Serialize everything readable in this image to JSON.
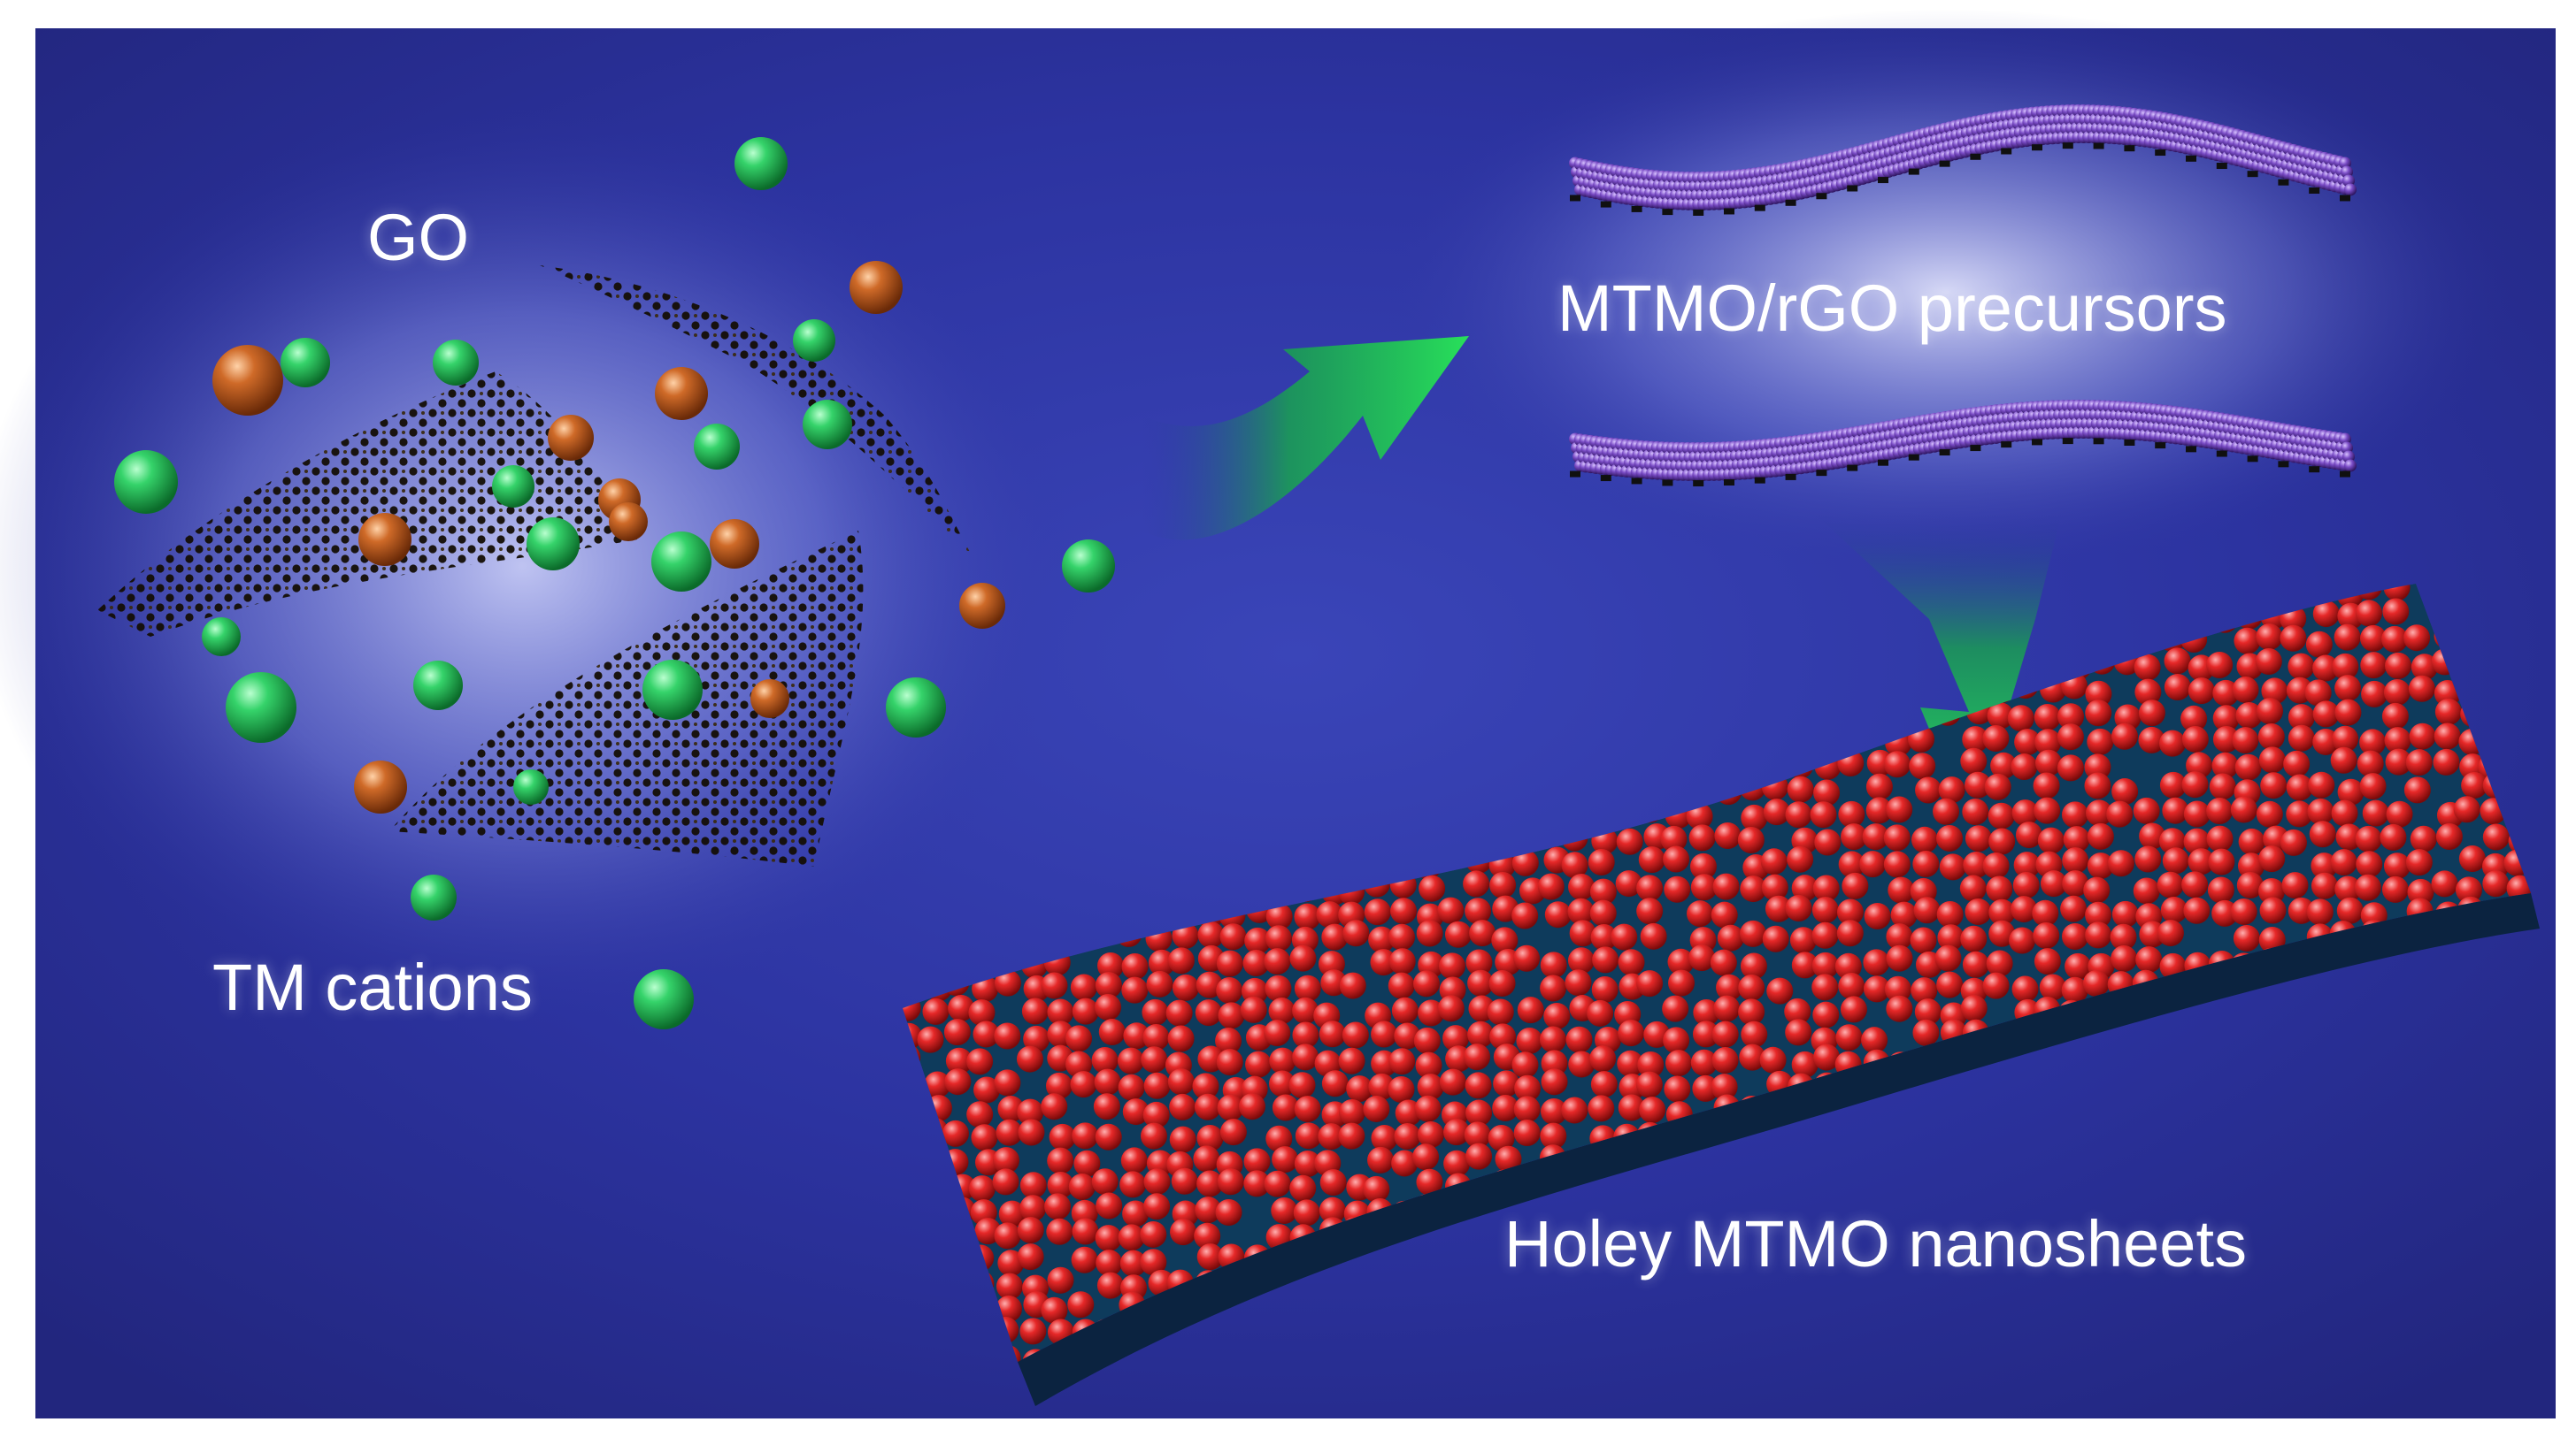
{
  "labels": {
    "go": "GO",
    "tm_cations": "TM cations",
    "precursors": "MTMO/rGO precursors",
    "nanosheets": "Holey MTMO nanosheets"
  },
  "colors": {
    "background": "#2a2f9a",
    "tm_cation_green": "#1fb04a",
    "tm_cation_orange": "#b8561f",
    "go_sheet_atoms": "#1a1208",
    "precursor_purple": "#6b3fb0",
    "nanosheet_red": "#e02424",
    "nanosheet_shadow": "#0c2a4a",
    "arrow_green": "#1ec94a"
  },
  "icons": {
    "process_arrow": "curved-arrow-right-icon",
    "down_arrow": "arrow-down-icon"
  }
}
